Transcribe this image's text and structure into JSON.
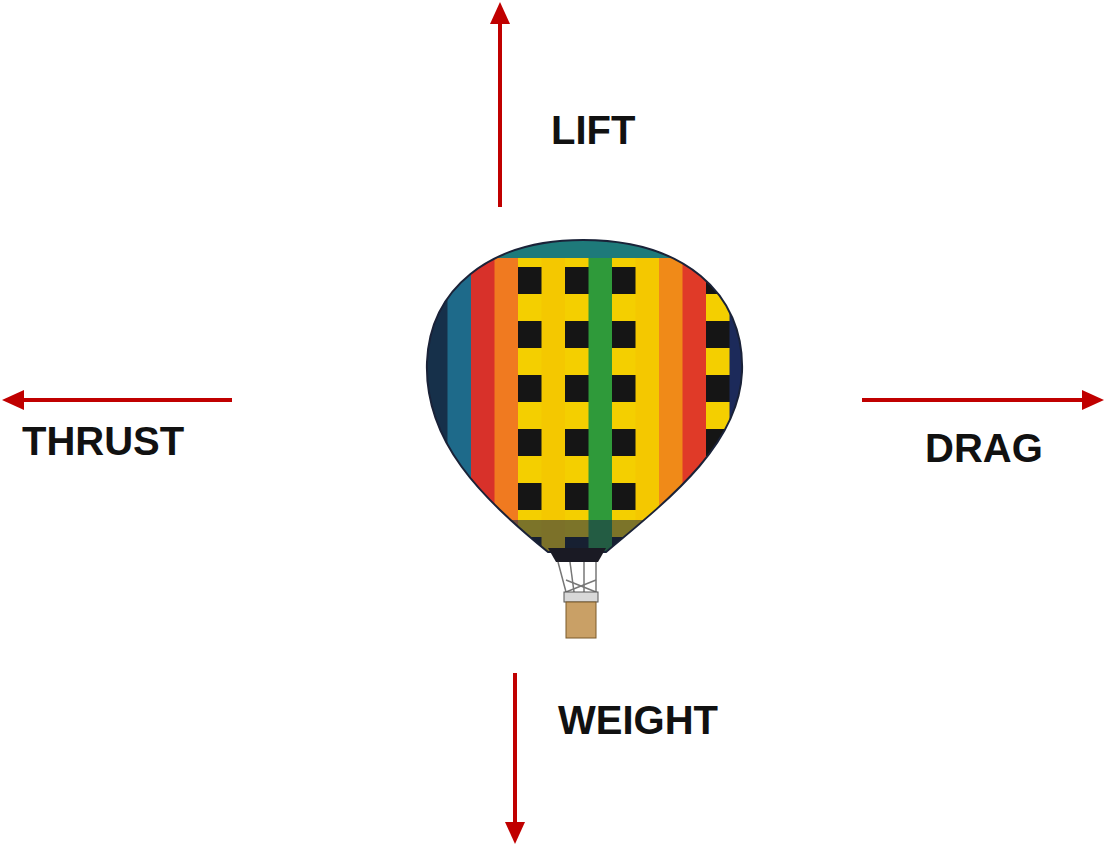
{
  "diagram": {
    "labels": [
      "LIFT",
      "THRUST",
      "DRAG",
      "WEIGHT"
    ]
  }
}
